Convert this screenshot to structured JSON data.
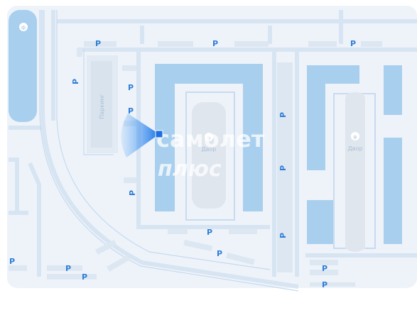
{
  "map": {
    "parking_symbol": "P",
    "parking_lot_label": "Паркинг",
    "courtyard_label": "Двор",
    "courtyard_marker_label": "ф",
    "corner_marker_label": "ф",
    "colors": {
      "background": "#eef3fa",
      "road": "#d5e3f1",
      "road_line": "#c7d9ec",
      "building": "#a9cfee",
      "courtyard": "#e0e6ee",
      "parking_stripe": "#dfe8f2",
      "parking_text": "#2f7ed8",
      "highlight": "#1e79e6"
    }
  },
  "watermark": {
    "line1": "самолет",
    "line2": "плюс"
  },
  "location_marker": {
    "icon": "view-direction-cone-icon"
  }
}
